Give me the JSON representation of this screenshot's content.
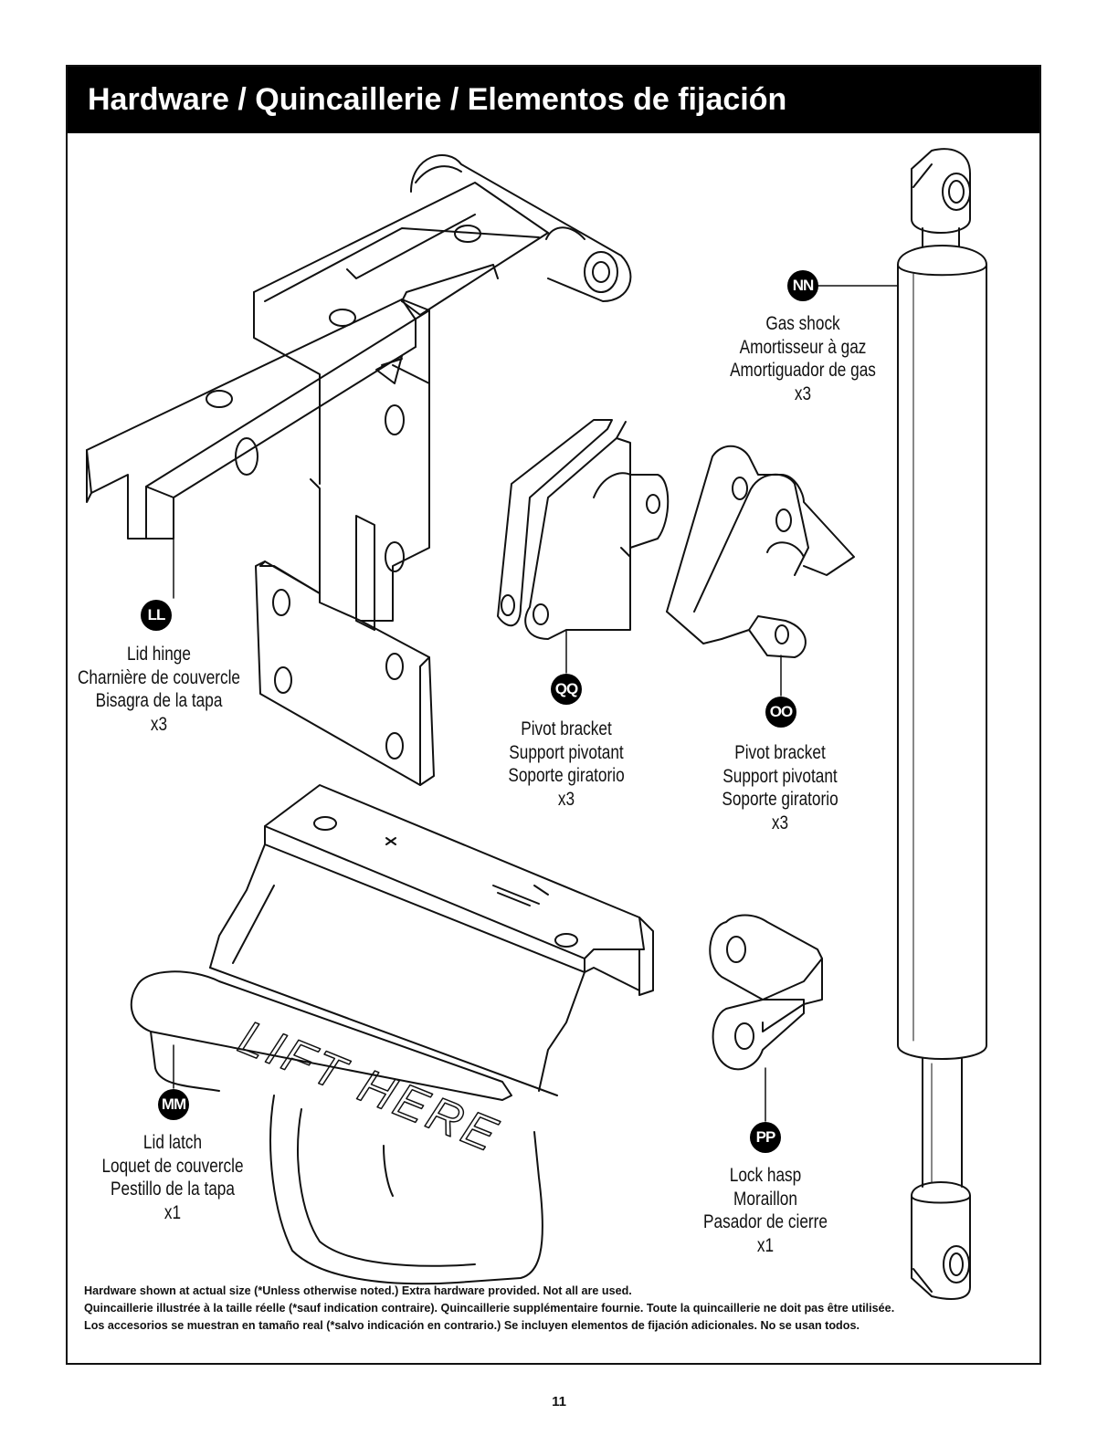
{
  "header": {
    "title": "Hardware / Quincaillerie / Elementos de fijación"
  },
  "parts": {
    "ll": {
      "badge": "LL",
      "en": "Lid hinge",
      "fr": "Charnière de couvercle",
      "es": "Bisagra de la tapa",
      "qty": "x3"
    },
    "qq": {
      "badge": "QQ",
      "en": "Pivot bracket",
      "fr": "Support pivotant",
      "es": "Soporte giratorio",
      "qty": "x3"
    },
    "oo": {
      "badge": "OO",
      "en": "Pivot bracket",
      "fr": "Support pivotant",
      "es": "Soporte giratorio",
      "qty": "x3"
    },
    "nn": {
      "badge": "NN",
      "en": "Gas shock",
      "fr": "Amortisseur à gaz",
      "es": "Amortiguador de gas",
      "qty": "x3"
    },
    "mm": {
      "badge": "MM",
      "en": "Lid latch",
      "fr": "Loquet de couvercle",
      "es": "Pestillo de la tapa",
      "qty": "x1"
    },
    "pp": {
      "badge": "PP",
      "en": "Lock hasp",
      "fr": "Moraillon",
      "es": "Pasador de cierre",
      "qty": "x1"
    }
  },
  "latch_emboss": "LIFT HERE",
  "footnote": {
    "en": "Hardware shown at actual size (*Unless otherwise noted.) Extra hardware provided. Not all are used.",
    "fr": "Quincaillerie illustrée à la taille réelle (*sauf indication contraire). Quincaillerie supplémentaire fournie. Toute la quincaillerie ne doit pas être utilisée.",
    "es": "Los accesorios se muestran en tamaño real (*salvo indicación en contrario.) Se incluyen elementos de fijación adicionales. No se usan todos."
  },
  "page_number": "11"
}
